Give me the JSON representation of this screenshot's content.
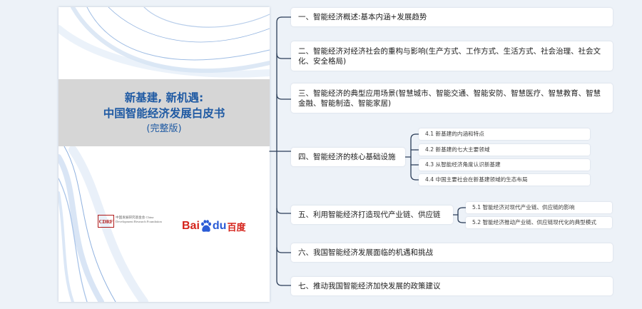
{
  "cover": {
    "title_line1": "新基建, 新机遇:",
    "title_line2": "中国智能经济发展白皮书",
    "subtitle": "(完整版)",
    "logo_cdrf": "CDRF",
    "logo_cdrf_text": "中国发展研究基金会 China Development Research Foundation",
    "logo_baidu_bai": "Bai",
    "logo_baidu_du": "du",
    "logo_baidu_cn": "百度"
  },
  "mindmap": {
    "sections": [
      {
        "label": "一、智能经济概述:基本内涵+发展趋势",
        "children": []
      },
      {
        "label": "二、智能经济对经济社会的重构与影响(生产方式、工作方式、生活方式、社会治理、社会文化、安全格局)",
        "children": []
      },
      {
        "label": "三、智能经济的典型应用场景(智慧城市、智能交通、智能安防、智慧医疗、智慧教育、智慧金融、智能制造、智能家居)",
        "children": []
      },
      {
        "label": "四、智能经济的核心基础设施",
        "children": [
          "4.1 新基建的内涵和特点",
          "4.2 新基建的七大主要领域",
          "4.3 从智能经济角度认识新基建",
          "4.4 中国主要社会在新基建领域的生态布局"
        ]
      },
      {
        "label": "五、利用智能经济打造现代产业链、供应链",
        "children": [
          "5.1 智能经济对现代产业链、供应链的影响",
          "5.2 智能经济推动产业链、供应链现代化的典型模式"
        ]
      },
      {
        "label": "六、我国智能经济发展面临的机遇和挑战",
        "children": []
      },
      {
        "label": "七、推动我国智能经济加快发展的政策建议",
        "children": []
      }
    ]
  }
}
